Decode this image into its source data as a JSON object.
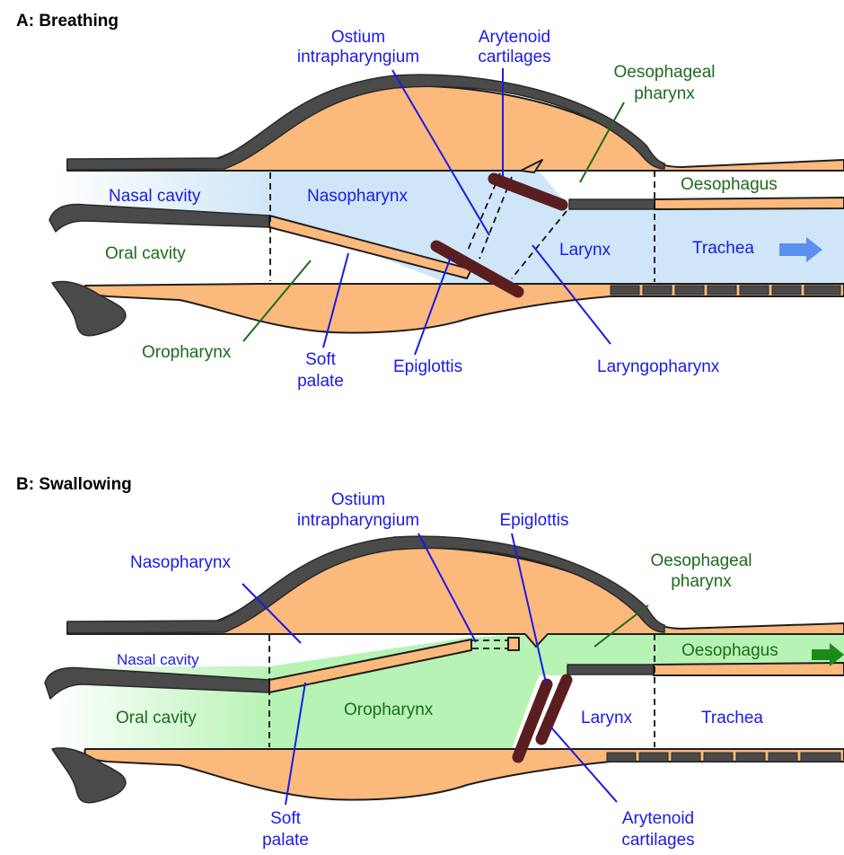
{
  "colors": {
    "airway": "#cfe6f8",
    "food": "#b7f3b4",
    "tissue": "#fbb97c",
    "wall": "#4a4a4a",
    "cartilage": "#5a1e20",
    "blue_text": "#1a1ae6",
    "green_text": "#1c6b1c",
    "air_arrow": "#5b8ff0",
    "food_arrow": "#1a8a1a"
  },
  "panel_a": {
    "title": "A: Breathing",
    "labels": {
      "ostium_1": "Ostium",
      "ostium_2": "intrapharyngium",
      "arytenoid_1": "Arytenoid",
      "arytenoid_2": "cartilages",
      "oeso_pharynx_1": "Oesophageal",
      "oeso_pharynx_2": "pharynx",
      "nasal_cavity": "Nasal cavity",
      "nasopharynx": "Nasopharynx",
      "oesophagus": "Oesophagus",
      "oral_cavity": "Oral cavity",
      "larynx": "Larynx",
      "trachea": "Trachea",
      "oropharynx": "Oropharynx",
      "soft_palate_1": "Soft",
      "soft_palate_2": "palate",
      "epiglottis": "Epiglottis",
      "laryngopharynx": "Laryngopharynx"
    },
    "flow": "air",
    "flow_arrow_icon": "arrow-right-icon"
  },
  "panel_b": {
    "title": "B: Swallowing",
    "labels": {
      "ostium_1": "Ostium",
      "ostium_2": "intrapharyngium",
      "epiglottis": "Epiglottis",
      "nasopharynx": "Nasopharynx",
      "oeso_pharynx_1": "Oesophageal",
      "oeso_pharynx_2": "pharynx",
      "nasal_cavity": "Nasal cavity",
      "oesophagus": "Oesophagus",
      "oropharynx": "Oropharynx",
      "oral_cavity": "Oral cavity",
      "larynx": "Larynx",
      "trachea": "Trachea",
      "soft_palate_1": "Soft",
      "soft_palate_2": "palate",
      "arytenoid_1": "Arytenoid",
      "arytenoid_2": "cartilages"
    },
    "flow": "food",
    "flow_arrow_icon": "arrow-right-icon"
  }
}
